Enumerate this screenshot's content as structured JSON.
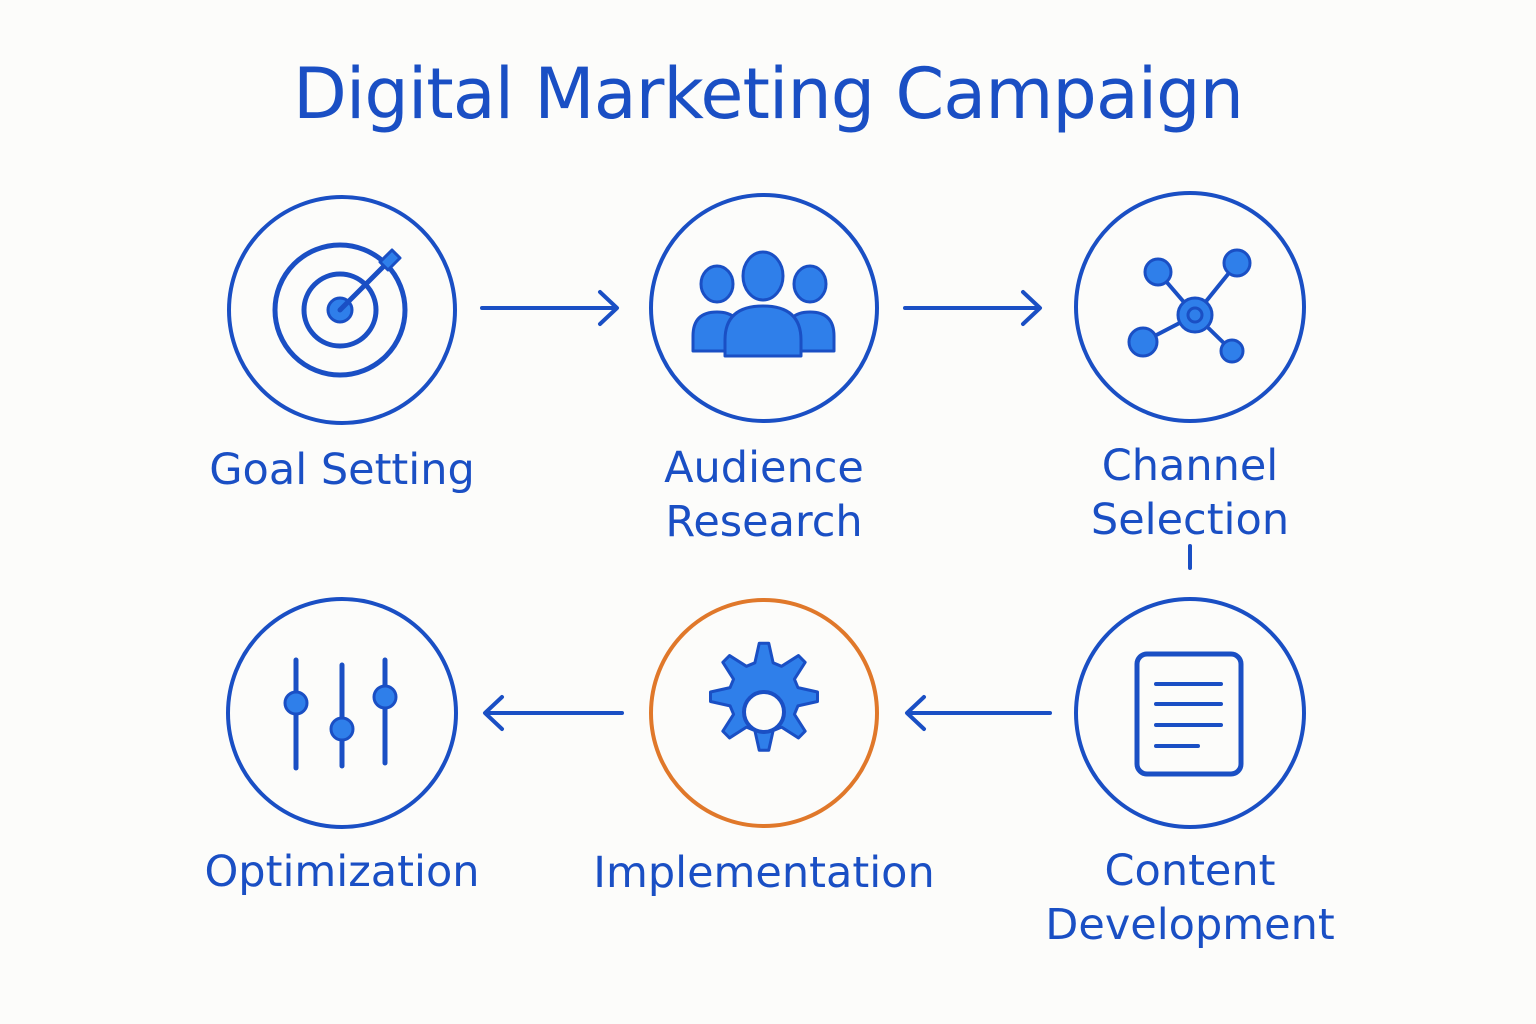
{
  "title": "Digital Marketing Campaign",
  "colors": {
    "primary": "#1a4fc4",
    "icon_fill": "#2f7fea",
    "highlight": "#e0782a",
    "background": "#fcfcfa"
  },
  "steps": [
    {
      "label": "Goal Setting",
      "icon": "target-icon"
    },
    {
      "label": "Audience\nResearch",
      "icon": "people-group-icon"
    },
    {
      "label": "Channel\nSelection",
      "icon": "network-icon"
    },
    {
      "label": "Content\nDevelopment",
      "icon": "document-icon"
    },
    {
      "label": "Implementation",
      "icon": "gear-icon",
      "highlighted": true
    },
    {
      "label": "Optimization",
      "icon": "sliders-icon"
    }
  ]
}
